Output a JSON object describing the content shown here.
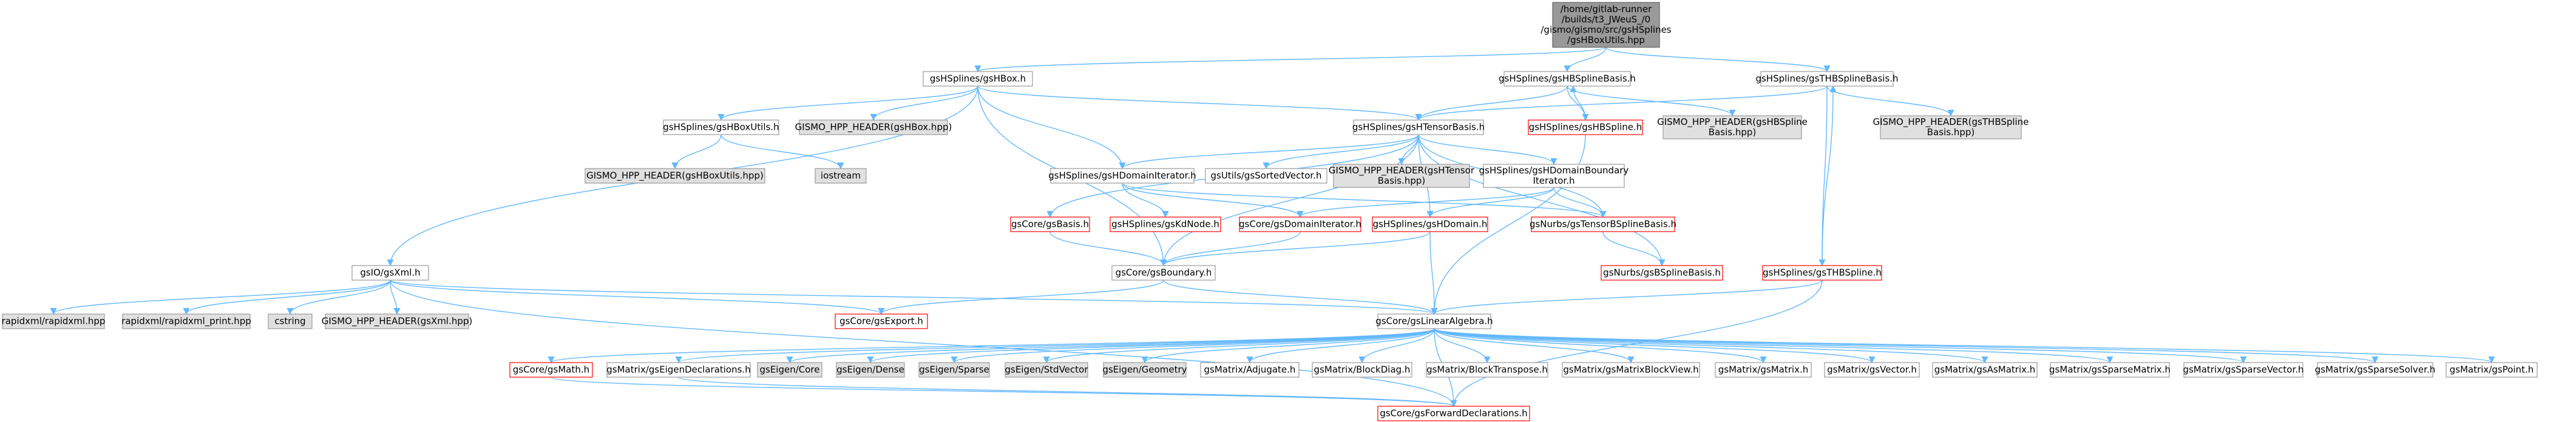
{
  "graph": {
    "nodes": [
      {
        "id": "root",
        "lines": [
          "/home/gitlab-runner",
          "/builds/t3_JWeuS_/0",
          "/gismo/gismo/src/gsHSplines",
          "/gsHBoxUtils.hpp"
        ],
        "style": "root"
      },
      {
        "id": "hbox_h",
        "lines": [
          "gsHSplines/gsHBox.h"
        ],
        "style": "normal"
      },
      {
        "id": "hbsplinebasis_h",
        "lines": [
          "gsHSplines/gsHBSplineBasis.h"
        ],
        "style": "normal"
      },
      {
        "id": "thbsplinebasis_h",
        "lines": [
          "gsHSplines/gsTHBSplineBasis.h"
        ],
        "style": "normal"
      },
      {
        "id": "hboxutils_h",
        "lines": [
          "gsHSplines/gsHBoxUtils.h"
        ],
        "style": "normal"
      },
      {
        "id": "hdr_hbox",
        "lines": [
          "GISMO_HPP_HEADER(gsHBox.hpp)"
        ],
        "style": "gray"
      },
      {
        "id": "htensorbasis_h",
        "lines": [
          "gsHSplines/gsHTensorBasis.h"
        ],
        "style": "normal"
      },
      {
        "id": "hbspline_h",
        "lines": [
          "gsHSplines/gsHBSpline.h"
        ],
        "style": "red"
      },
      {
        "id": "hdr_hbsplinebasis",
        "lines": [
          "GISMO_HPP_HEADER(gsHBSpline",
          "Basis.hpp)"
        ],
        "style": "gray"
      },
      {
        "id": "hdr_thbsplinebasis",
        "lines": [
          "GISMO_HPP_HEADER(gsTHBSpline",
          "Basis.hpp)"
        ],
        "style": "gray"
      },
      {
        "id": "hdr_hboxutils",
        "lines": [
          "GISMO_HPP_HEADER(gsHBoxUtils.hpp)"
        ],
        "style": "gray"
      },
      {
        "id": "iostream",
        "lines": [
          "iostream"
        ],
        "style": "gray"
      },
      {
        "id": "hdomainiterator_h",
        "lines": [
          "gsHSplines/gsHDomainIterator.h"
        ],
        "style": "normal"
      },
      {
        "id": "sortedvector_h",
        "lines": [
          "gsUtils/gsSortedVector.h"
        ],
        "style": "normal"
      },
      {
        "id": "hdr_htensorbasis",
        "lines": [
          "GISMO_HPP_HEADER(gsHTensor",
          "Basis.hpp)"
        ],
        "style": "gray"
      },
      {
        "id": "hdomainboundaryiter_h",
        "lines": [
          "gsHSplines/gsHDomainBoundary",
          "Iterator.h"
        ],
        "style": "normal"
      },
      {
        "id": "basis_h",
        "lines": [
          "gsCore/gsBasis.h"
        ],
        "style": "red"
      },
      {
        "id": "kdnode_h",
        "lines": [
          "gsHSplines/gsKdNode.h"
        ],
        "style": "red"
      },
      {
        "id": "domainiterator_h",
        "lines": [
          "gsCore/gsDomainIterator.h"
        ],
        "style": "red"
      },
      {
        "id": "hdomain_h",
        "lines": [
          "gsHSplines/gsHDomain.h"
        ],
        "style": "red"
      },
      {
        "id": "tensorbsplinebasis_h",
        "lines": [
          "gsNurbs/gsTensorBSplineBasis.h"
        ],
        "style": "red"
      },
      {
        "id": "xml_h",
        "lines": [
          "gsIO/gsXml.h"
        ],
        "style": "normal"
      },
      {
        "id": "boundary_h",
        "lines": [
          "gsCore/gsBoundary.h"
        ],
        "style": "normal"
      },
      {
        "id": "bsplinebasis_h",
        "lines": [
          "gsNurbs/gsBSplineBasis.h"
        ],
        "style": "red"
      },
      {
        "id": "thbspline_h",
        "lines": [
          "gsHSplines/gsTHBSpline.h"
        ],
        "style": "red"
      },
      {
        "id": "rapidxml_hpp",
        "lines": [
          "rapidxml/rapidxml.hpp"
        ],
        "style": "gray"
      },
      {
        "id": "rapidxml_print_hpp",
        "lines": [
          "rapidxml/rapidxml_print.hpp"
        ],
        "style": "gray"
      },
      {
        "id": "cstring",
        "lines": [
          "cstring"
        ],
        "style": "gray"
      },
      {
        "id": "hdr_xml",
        "lines": [
          "GISMO_HPP_HEADER(gsXml.hpp)"
        ],
        "style": "gray"
      },
      {
        "id": "export_h",
        "lines": [
          "gsCore/gsExport.h"
        ],
        "style": "red"
      },
      {
        "id": "linearalgebra_h",
        "lines": [
          "gsCore/gsLinearAlgebra.h"
        ],
        "style": "normal"
      },
      {
        "id": "math_h",
        "lines": [
          "gsCore/gsMath.h"
        ],
        "style": "red"
      },
      {
        "id": "eigendecl_h",
        "lines": [
          "gsMatrix/gsEigenDeclarations.h"
        ],
        "style": "normal"
      },
      {
        "id": "eigen_core",
        "lines": [
          "gsEigen/Core"
        ],
        "style": "gray"
      },
      {
        "id": "eigen_dense",
        "lines": [
          "gsEigen/Dense"
        ],
        "style": "gray"
      },
      {
        "id": "eigen_sparse",
        "lines": [
          "gsEigen/Sparse"
        ],
        "style": "gray"
      },
      {
        "id": "eigen_stdvector",
        "lines": [
          "gsEigen/StdVector"
        ],
        "style": "gray"
      },
      {
        "id": "eigen_geometry",
        "lines": [
          "gsEigen/Geometry"
        ],
        "style": "gray"
      },
      {
        "id": "adjugate_h",
        "lines": [
          "gsMatrix/Adjugate.h"
        ],
        "style": "normal"
      },
      {
        "id": "blockdiag_h",
        "lines": [
          "gsMatrix/BlockDiag.h"
        ],
        "style": "normal"
      },
      {
        "id": "blocktranspose_h",
        "lines": [
          "gsMatrix/BlockTranspose.h"
        ],
        "style": "normal"
      },
      {
        "id": "matrixblockview_h",
        "lines": [
          "gsMatrix/gsMatrixBlockView.h"
        ],
        "style": "normal"
      },
      {
        "id": "gsmatrix_h",
        "lines": [
          "gsMatrix/gsMatrix.h"
        ],
        "style": "normal"
      },
      {
        "id": "gsvector_h",
        "lines": [
          "gsMatrix/gsVector.h"
        ],
        "style": "normal"
      },
      {
        "id": "asmatrix_h",
        "lines": [
          "gsMatrix/gsAsMatrix.h"
        ],
        "style": "normal"
      },
      {
        "id": "sparsematrix_h",
        "lines": [
          "gsMatrix/gsSparseMatrix.h"
        ],
        "style": "normal"
      },
      {
        "id": "sparsevector_h",
        "lines": [
          "gsMatrix/gsSparseVector.h"
        ],
        "style": "normal"
      },
      {
        "id": "sparsesolver_h",
        "lines": [
          "gsMatrix/gsSparseSolver.h"
        ],
        "style": "normal"
      },
      {
        "id": "point_h",
        "lines": [
          "gsMatrix/gsPoint.h"
        ],
        "style": "normal"
      },
      {
        "id": "forwarddecl_h",
        "lines": [
          "gsCore/gsForwardDeclarations.h"
        ],
        "style": "red"
      }
    ],
    "edges": [
      [
        "root",
        "hbox_h"
      ],
      [
        "root",
        "hbsplinebasis_h"
      ],
      [
        "root",
        "thbsplinebasis_h"
      ],
      [
        "hbox_h",
        "hboxutils_h"
      ],
      [
        "hbox_h",
        "hdr_hbox"
      ],
      [
        "hbox_h",
        "htensorbasis_h"
      ],
      [
        "hbox_h",
        "xml_h"
      ],
      [
        "hbox_h",
        "hdomainiterator_h"
      ],
      [
        "hbox_h",
        "boundary_h"
      ],
      [
        "hbsplinebasis_h",
        "htensorbasis_h"
      ],
      [
        "hbsplinebasis_h",
        "hbspline_h"
      ],
      [
        "hbsplinebasis_h",
        "hdr_hbsplinebasis"
      ],
      [
        "hbspline_h",
        "hbsplinebasis_h"
      ],
      [
        "thbsplinebasis_h",
        "htensorbasis_h"
      ],
      [
        "thbsplinebasis_h",
        "hdr_thbsplinebasis"
      ],
      [
        "thbsplinebasis_h",
        "thbspline_h"
      ],
      [
        "thbspline_h",
        "thbsplinebasis_h"
      ],
      [
        "hboxutils_h",
        "hdr_hboxutils"
      ],
      [
        "hboxutils_h",
        "iostream"
      ],
      [
        "htensorbasis_h",
        "hdomainiterator_h"
      ],
      [
        "htensorbasis_h",
        "sortedvector_h"
      ],
      [
        "htensorbasis_h",
        "hdr_htensorbasis"
      ],
      [
        "htensorbasis_h",
        "hdomainboundaryiter_h"
      ],
      [
        "htensorbasis_h",
        "basis_h"
      ],
      [
        "htensorbasis_h",
        "hdomain_h"
      ],
      [
        "htensorbasis_h",
        "tensorbsplinebasis_h"
      ],
      [
        "htensorbasis_h",
        "bsplinebasis_h"
      ],
      [
        "htensorbasis_h",
        "boundary_h"
      ],
      [
        "hdomainiterator_h",
        "kdnode_h"
      ],
      [
        "hdomainiterator_h",
        "domainiterator_h"
      ],
      [
        "hdomainiterator_h",
        "tensorbsplinebasis_h"
      ],
      [
        "hdomainboundaryiter_h",
        "domainiterator_h"
      ],
      [
        "hdomainboundaryiter_h",
        "hdomain_h"
      ],
      [
        "hdomainboundaryiter_h",
        "tensorbsplinebasis_h"
      ],
      [
        "basis_h",
        "boundary_h"
      ],
      [
        "domainiterator_h",
        "boundary_h"
      ],
      [
        "hdomain_h",
        "boundary_h"
      ],
      [
        "hdomain_h",
        "linearalgebra_h"
      ],
      [
        "tensorbsplinebasis_h",
        "bsplinebasis_h"
      ],
      [
        "thbspline_h",
        "linearalgebra_h"
      ],
      [
        "hbspline_h",
        "linearalgebra_h"
      ],
      [
        "boundary_h",
        "export_h"
      ],
      [
        "boundary_h",
        "linearalgebra_h"
      ],
      [
        "xml_h",
        "rapidxml_hpp"
      ],
      [
        "xml_h",
        "rapidxml_print_hpp"
      ],
      [
        "xml_h",
        "cstring"
      ],
      [
        "xml_h",
        "hdr_xml"
      ],
      [
        "xml_h",
        "export_h"
      ],
      [
        "xml_h",
        "linearalgebra_h"
      ],
      [
        "xml_h",
        "forwarddecl_h"
      ],
      [
        "linearalgebra_h",
        "math_h"
      ],
      [
        "linearalgebra_h",
        "eigendecl_h"
      ],
      [
        "linearalgebra_h",
        "eigen_core"
      ],
      [
        "linearalgebra_h",
        "eigen_dense"
      ],
      [
        "linearalgebra_h",
        "eigen_sparse"
      ],
      [
        "linearalgebra_h",
        "eigen_stdvector"
      ],
      [
        "linearalgebra_h",
        "eigen_geometry"
      ],
      [
        "linearalgebra_h",
        "adjugate_h"
      ],
      [
        "linearalgebra_h",
        "blockdiag_h"
      ],
      [
        "linearalgebra_h",
        "blocktranspose_h"
      ],
      [
        "linearalgebra_h",
        "matrixblockview_h"
      ],
      [
        "linearalgebra_h",
        "gsmatrix_h"
      ],
      [
        "linearalgebra_h",
        "gsvector_h"
      ],
      [
        "linearalgebra_h",
        "asmatrix_h"
      ],
      [
        "linearalgebra_h",
        "sparsematrix_h"
      ],
      [
        "linearalgebra_h",
        "sparsevector_h"
      ],
      [
        "linearalgebra_h",
        "sparsesolver_h"
      ],
      [
        "linearalgebra_h",
        "point_h"
      ],
      [
        "linearalgebra_h",
        "forwarddecl_h"
      ],
      [
        "math_h",
        "forwarddecl_h"
      ],
      [
        "eigendecl_h",
        "forwarddecl_h"
      ],
      [
        "thbspline_h",
        "forwarddecl_h"
      ]
    ]
  }
}
